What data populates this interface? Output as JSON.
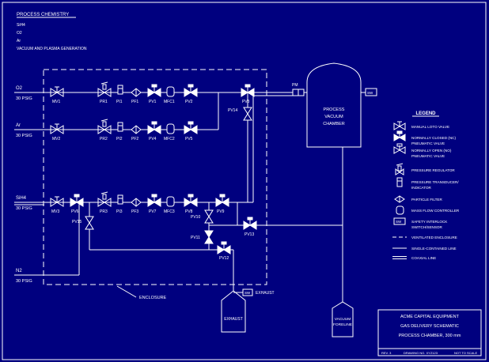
{
  "chemistry": {
    "heading": "PROCESS CHEMISTRY",
    "items": [
      "SiH4",
      "O2",
      "Ar",
      "VACUUM AND PLASMA GENERATION"
    ]
  },
  "lines": [
    {
      "gas": "O2",
      "pressure": "30 PSIG"
    },
    {
      "gas": "Ar",
      "pressure": "30 PSIG"
    },
    {
      "gas": "SiH4",
      "pressure": "30 PSIG"
    },
    {
      "gas": "N2",
      "pressure": "30 PSIG"
    }
  ],
  "components": {
    "row1": [
      "MV1",
      "PR1",
      "PI1",
      "PF1",
      "PV1",
      "MFC1",
      "PV2"
    ],
    "row2": [
      "MV2",
      "PR2",
      "PI2",
      "PF2",
      "PV4",
      "MFC2",
      "PV5"
    ],
    "row3": [
      "MV3",
      "PV6",
      "PR3",
      "PI3",
      "PF3",
      "PV7",
      "MFC3",
      "PV8",
      "PV9"
    ],
    "pv3": "PV3",
    "pv14": "PV14",
    "pv10": "PV10",
    "pv11": "PV11",
    "pv12": "PV12",
    "pv13": "PV13",
    "pv15": "PV15",
    "pm": "PM",
    "sw": "SW"
  },
  "chamber": {
    "label": [
      "PROCESS",
      "VACUUM",
      "CHAMBER"
    ]
  },
  "enclosure_label": "ENCLOSURE",
  "exhaust": {
    "box": "EXHAUST",
    "label": "EXHAUST"
  },
  "foreline": [
    "VACUUM",
    "FORELINE"
  ],
  "legend": {
    "title": "LEGEND",
    "items": [
      {
        "icon": "manual-valve-icon",
        "text": [
          "MANUAL LOTO VALVE"
        ]
      },
      {
        "icon": "normally-closed-valve-icon",
        "text": [
          "NORMALLY CLOSED (NC)",
          "PNEUMATIC VALVE"
        ]
      },
      {
        "icon": "normally-open-valve-icon",
        "text": [
          "NORMALLY OPEN (NO)",
          "PNEUMATIC VALVE"
        ]
      },
      {
        "icon": "pressure-regulator-icon",
        "text": [
          "PRESSURE REGULATOR"
        ]
      },
      {
        "icon": "pressure-transducer-icon",
        "text": [
          "PRESSURE TRANSDUCER/",
          "INDICATOR"
        ]
      },
      {
        "icon": "particle-filter-icon",
        "text": [
          "PARTICLE FILTER"
        ]
      },
      {
        "icon": "mass-flow-controller-icon",
        "text": [
          "MASS FLOW CONTROLLER"
        ]
      },
      {
        "icon": "safety-interlock-icon",
        "text": [
          "SAFETY INTERLOCK",
          "SWITCH/SENSOR"
        ]
      },
      {
        "icon": "ventilated-enclosure-icon",
        "text": [
          "VENTILATED ENCLOSURE"
        ]
      },
      {
        "icon": "single-contained-line-icon",
        "text": [
          "SINGLE-CONTAINED LINE"
        ]
      },
      {
        "icon": "coaxial-line-icon",
        "text": [
          "COAXIAL LINE"
        ]
      }
    ]
  },
  "title_block": {
    "company": "ACME CAPITAL EQUIPMENT",
    "title": "GAS DELIVERY SCHEMATIC",
    "subtitle": "PROCESS CHAMBER, 300 mm",
    "rev": "REV. 3",
    "drawing": "DRAWING NO. XYZ123",
    "scale": "NOT TO SCALE"
  }
}
